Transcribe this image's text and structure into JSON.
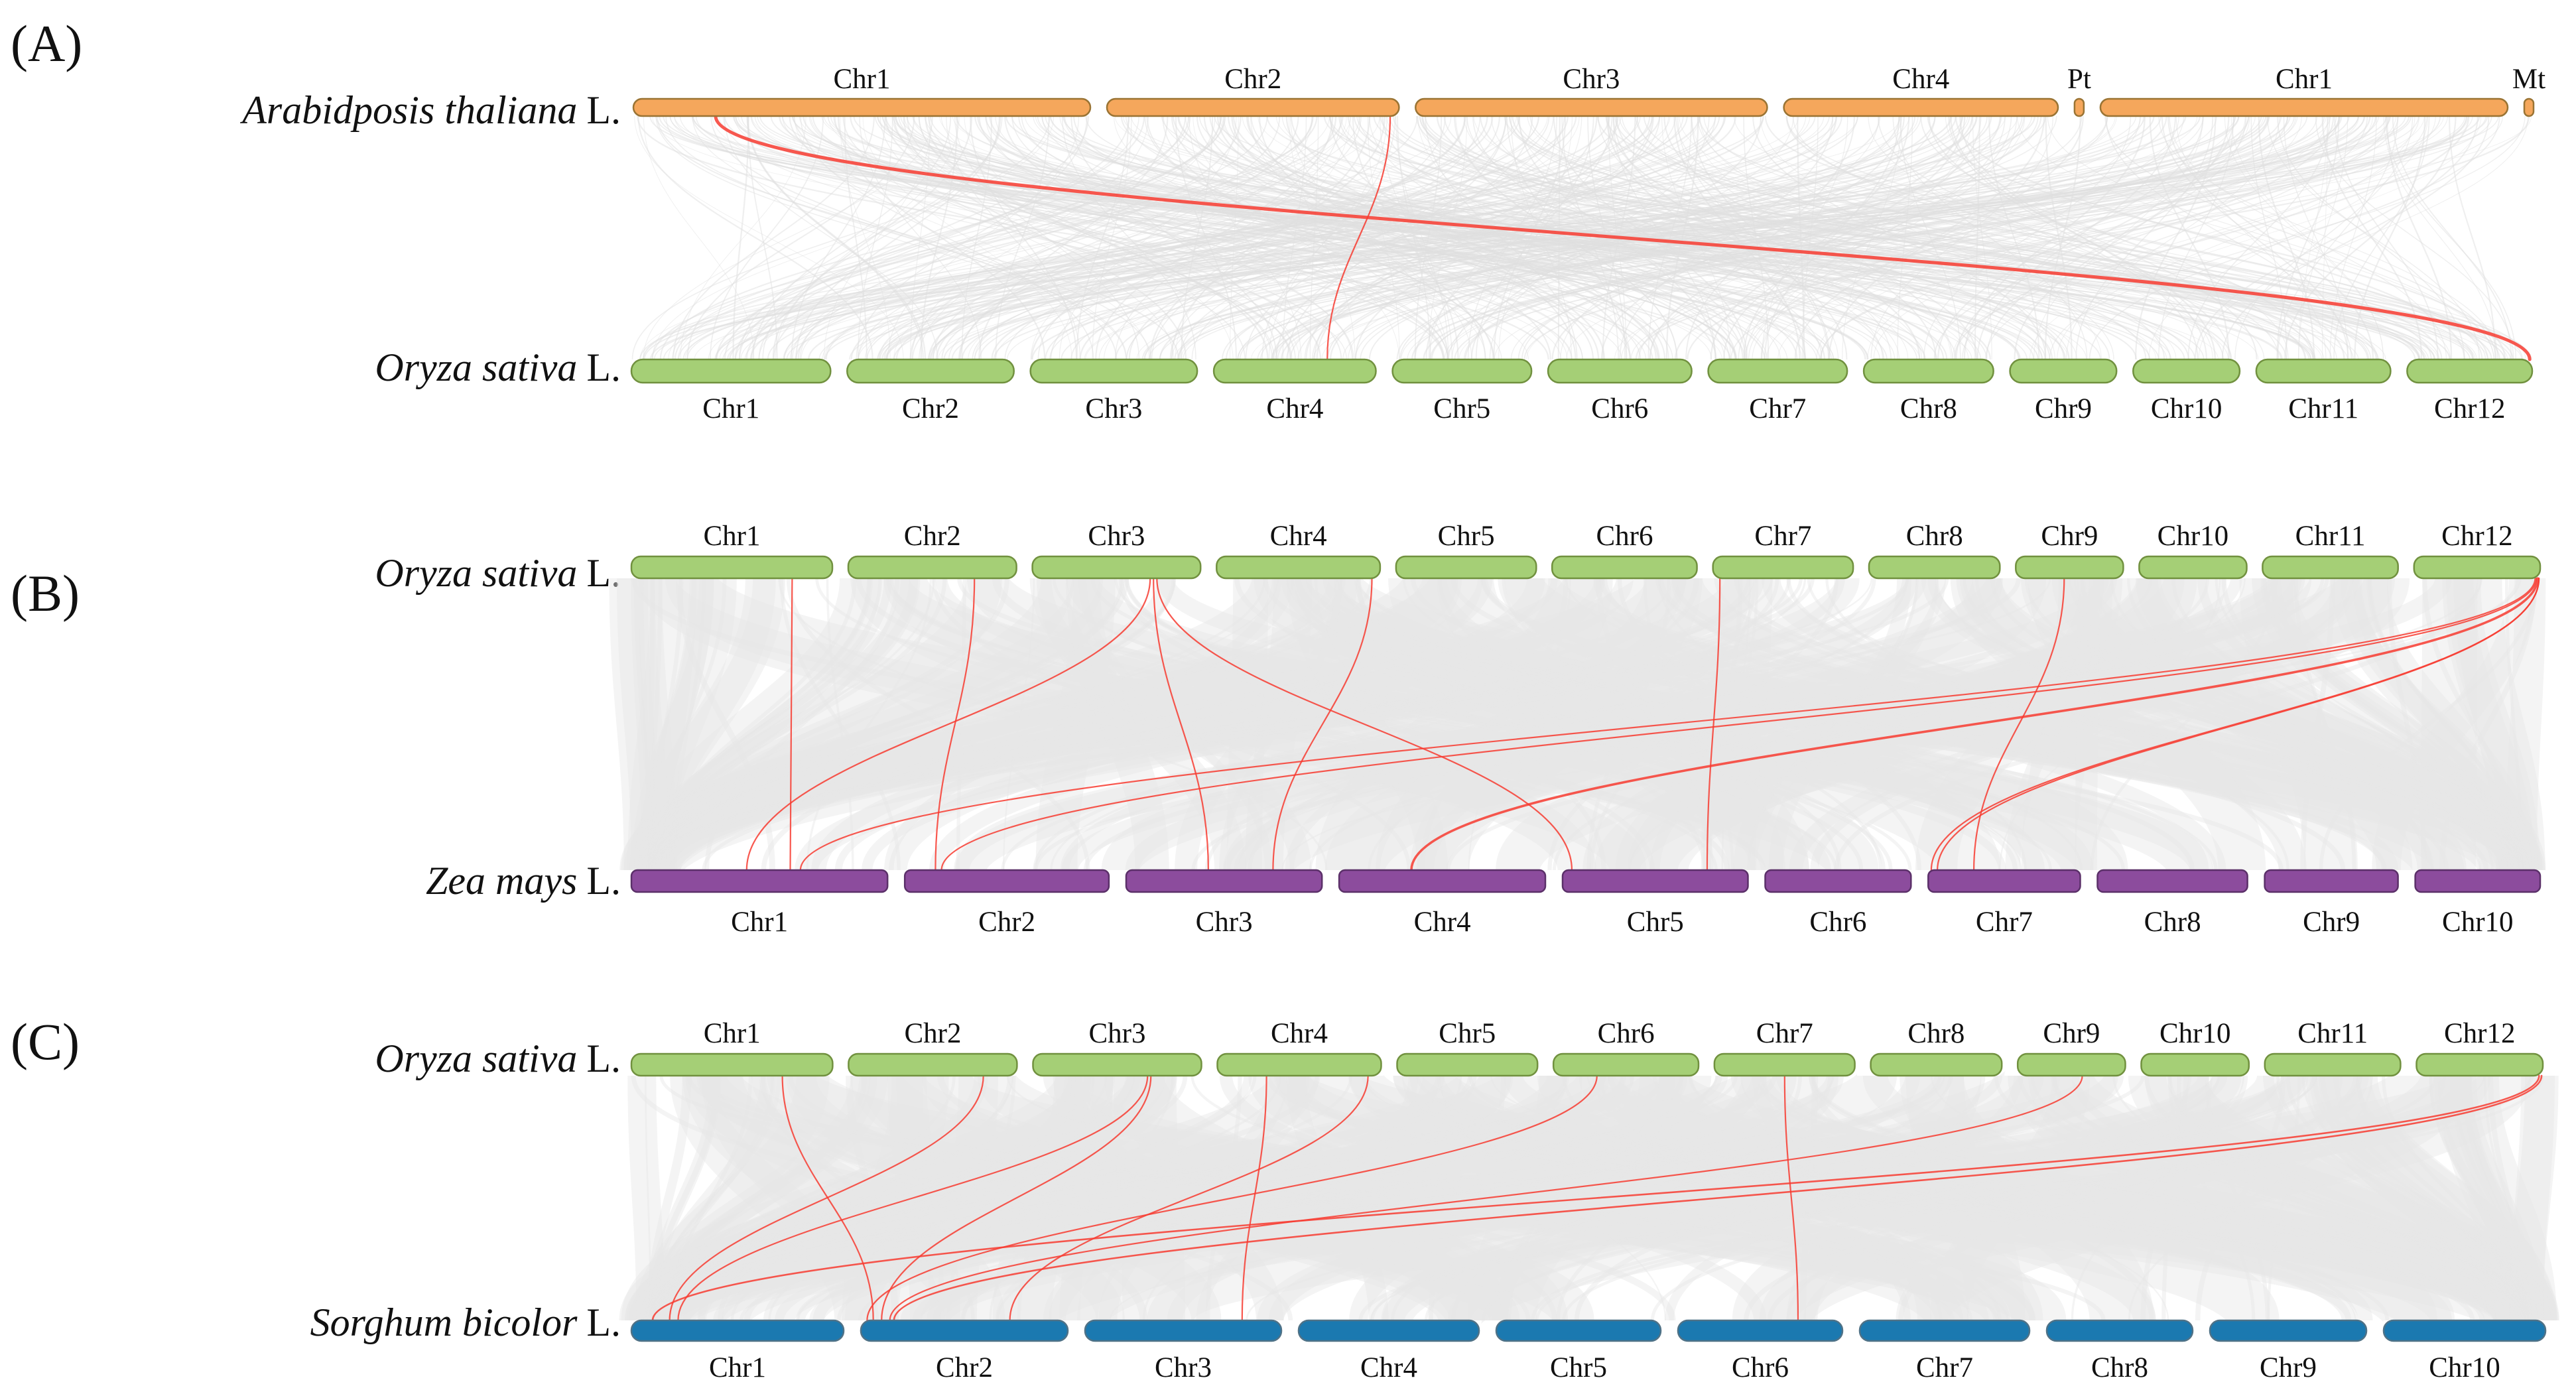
{
  "colors": {
    "arabidopsis_fill": "#F5A75C",
    "arabidopsis_border": "#9A7434",
    "oryza_fill": "#A5CF76",
    "oryza_border": "#71913F",
    "zea_fill": "#8C4C9D",
    "zea_border": "#5B3069",
    "sorghum_fill": "#1B79B0",
    "sorghum_border": "#4F7287",
    "gray_link": "#E7E6E6",
    "gray_link_thin": "#E0E0E0",
    "red_link": "#F73B30"
  },
  "panels": [
    {
      "id": "A",
      "label": "(A)",
      "top": {
        "species": "Arabidposis thaliana",
        "suffix": "L.",
        "color": "arabidopsis",
        "chromosomes": [
          "Chr1",
          "Chr2",
          "Chr3",
          "Chr4",
          "Pt",
          "Chr1",
          "Mt"
        ],
        "widths": [
          690,
          441,
          531,
          414,
          14,
          615,
          14
        ]
      },
      "bottom": {
        "species": "Oryza sativa",
        "suffix": "L.",
        "color": "oryza",
        "chromosomes": [
          "Chr1",
          "Chr2",
          "Chr3",
          "Chr4",
          "Chr5",
          "Chr6",
          "Chr7",
          "Chr8",
          "Chr9",
          "Chr10",
          "Chr11",
          "Chr12"
        ],
        "widths": [
          43,
          36,
          36,
          35,
          30,
          31,
          30,
          28,
          23,
          23,
          29,
          27
        ]
      },
      "red_links": [
        {
          "tc": 0,
          "tf": 0.18,
          "bc": 11,
          "bf": 0.98,
          "w": 5
        },
        {
          "tc": 1,
          "tf": 0.97,
          "bc": 3,
          "bf": 0.7,
          "w": 2.2
        }
      ],
      "gray_links": {
        "style": "thin",
        "count": 650,
        "seed": 11
      }
    },
    {
      "id": "B",
      "label": "(B)",
      "top": {
        "species": "Oryza sativa",
        "suffix": "L.",
        "color": "oryza",
        "chromosomes": [
          "Chr1",
          "Chr2",
          "Chr3",
          "Chr4",
          "Chr5",
          "Chr6",
          "Chr7",
          "Chr8",
          "Chr9",
          "Chr10",
          "Chr11",
          "Chr12"
        ],
        "widths": [
          43,
          36,
          36,
          35,
          30,
          31,
          30,
          28,
          23,
          23,
          29,
          27
        ]
      },
      "bottom": {
        "species": "Zea mays",
        "suffix": "L.",
        "color": "zea",
        "chromosomes": [
          "Chr1",
          "Chr2",
          "Chr3",
          "Chr4",
          "Chr5",
          "Chr6",
          "Chr7",
          "Chr8",
          "Chr9",
          "Chr10"
        ],
        "widths": [
          123,
          98,
          94,
          99,
          89,
          70,
          73,
          72,
          64,
          60
        ]
      },
      "red_links": [
        {
          "tc": 0,
          "tf": 0.8,
          "bc": 0,
          "bf": 0.62,
          "w": 2.2
        },
        {
          "tc": 1,
          "tf": 0.75,
          "bc": 1,
          "bf": 0.15,
          "w": 2.2
        },
        {
          "tc": 2,
          "tf": 0.7,
          "bc": 0,
          "bf": 0.45,
          "w": 2.2
        },
        {
          "tc": 2,
          "tf": 0.72,
          "bc": 2,
          "bf": 0.42,
          "w": 2.2
        },
        {
          "tc": 2,
          "tf": 0.74,
          "bc": 4,
          "bf": 0.05,
          "w": 2.2
        },
        {
          "tc": 3,
          "tf": 0.95,
          "bc": 2,
          "bf": 0.75,
          "w": 2.2
        },
        {
          "tc": 6,
          "tf": 0.05,
          "bc": 4,
          "bf": 0.78,
          "w": 2.2
        },
        {
          "tc": 8,
          "tf": 0.45,
          "bc": 6,
          "bf": 0.3,
          "w": 2.2
        },
        {
          "tc": 11,
          "tf": 0.96,
          "bc": 0,
          "bf": 0.66,
          "w": 2.2
        },
        {
          "tc": 11,
          "tf": 0.97,
          "bc": 1,
          "bf": 0.18,
          "w": 2.2
        },
        {
          "tc": 11,
          "tf": 0.98,
          "bc": 3,
          "bf": 0.35,
          "w": 3.6
        },
        {
          "tc": 11,
          "tf": 0.99,
          "bc": 6,
          "bf": 0.02,
          "w": 2.2
        },
        {
          "tc": 11,
          "tf": 0.99,
          "bc": 6,
          "bf": 0.06,
          "w": 2.2
        }
      ],
      "gray_links": {
        "style": "ribbon",
        "count": 260,
        "seed": 22
      }
    },
    {
      "id": "C",
      "label": "(C)",
      "top": {
        "species": "Oryza sativa",
        "suffix": "L.",
        "color": "oryza",
        "chromosomes": [
          "Chr1",
          "Chr2",
          "Chr3",
          "Chr4",
          "Chr5",
          "Chr6",
          "Chr7",
          "Chr8",
          "Chr9",
          "Chr10",
          "Chr11",
          "Chr12"
        ],
        "widths": [
          43,
          36,
          36,
          35,
          30,
          31,
          30,
          28,
          23,
          23,
          29,
          27
        ]
      },
      "bottom": {
        "species": "Sorghum bicolor",
        "suffix": "L.",
        "color": "sorghum",
        "chromosomes": [
          "Chr1",
          "Chr2",
          "Chr3",
          "Chr4",
          "Chr5",
          "Chr6",
          "Chr7",
          "Chr8",
          "Chr9",
          "Chr10"
        ],
        "widths": [
          80,
          78,
          74,
          68,
          62,
          62,
          64,
          55,
          59,
          61
        ]
      },
      "red_links": [
        {
          "tc": 0,
          "tf": 0.75,
          "bc": 1,
          "bf": 0.06,
          "w": 2.2
        },
        {
          "tc": 1,
          "tf": 0.8,
          "bc": 0,
          "bf": 0.18,
          "w": 2.2
        },
        {
          "tc": 2,
          "tf": 0.68,
          "bc": 0,
          "bf": 0.22,
          "w": 2.2
        },
        {
          "tc": 2,
          "tf": 0.7,
          "bc": 1,
          "bf": 0.1,
          "w": 2.2
        },
        {
          "tc": 3,
          "tf": 0.3,
          "bc": 2,
          "bf": 0.8,
          "w": 2.2
        },
        {
          "tc": 3,
          "tf": 0.92,
          "bc": 1,
          "bf": 0.72,
          "w": 2.2
        },
        {
          "tc": 5,
          "tf": 0.3,
          "bc": 1,
          "bf": 0.03,
          "w": 2.2
        },
        {
          "tc": 6,
          "tf": 0.5,
          "bc": 5,
          "bf": 0.73,
          "w": 2.2
        },
        {
          "tc": 8,
          "tf": 0.6,
          "bc": 1,
          "bf": 0.14,
          "w": 2.2
        },
        {
          "tc": 11,
          "tf": 0.97,
          "bc": 0,
          "bf": 0.1,
          "w": 2.6
        },
        {
          "tc": 11,
          "tf": 0.99,
          "bc": 1,
          "bf": 0.16,
          "w": 2.6
        }
      ],
      "gray_links": {
        "style": "ribbon",
        "count": 260,
        "seed": 33
      }
    }
  ]
}
